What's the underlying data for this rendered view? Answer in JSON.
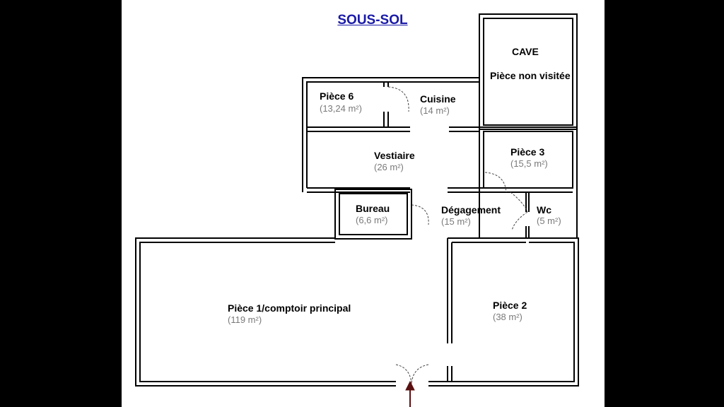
{
  "plan": {
    "title": "SOUS-SOL",
    "rooms": {
      "cave": {
        "name": "CAVE",
        "note": "Pièce non visitée"
      },
      "piece6": {
        "name": "Pièce 6",
        "area": "(13,24 m²)"
      },
      "cuisine": {
        "name": "Cuisine",
        "area": "(14 m²)"
      },
      "vestiaire": {
        "name": "Vestiaire",
        "area": "(26 m²)"
      },
      "piece3": {
        "name": "Pièce 3",
        "area": "(15,5 m²)"
      },
      "bureau": {
        "name": "Bureau",
        "area": "(6,6 m²)"
      },
      "degagement": {
        "name": "Dégagement",
        "area": "(15 m²)"
      },
      "wc": {
        "name": "Wc",
        "area": "(5 m²)"
      },
      "piece1": {
        "name": "Pièce 1/comptoir principal",
        "area": "(119 m²)"
      },
      "piece2": {
        "name": "Pièce 2",
        "area": "(38 m²)"
      }
    },
    "colors": {
      "wall": "#000000",
      "title": "#1a1aa8",
      "area_text": "#7a7a7a",
      "entrance_arrow": "#5a1010"
    }
  }
}
